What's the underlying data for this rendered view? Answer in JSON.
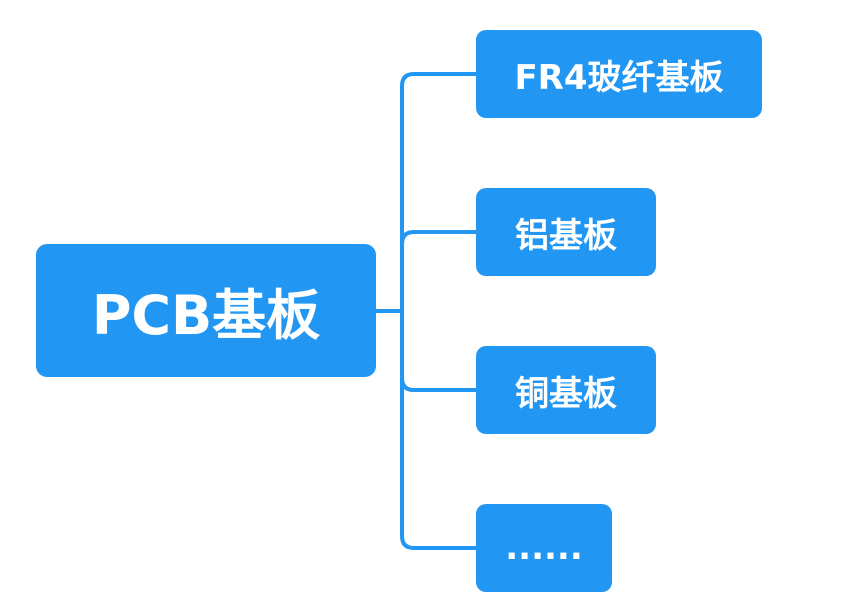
{
  "diagram": {
    "root": {
      "label": "PCB基板"
    },
    "children": [
      {
        "label": "FR4玻纤基板"
      },
      {
        "label": "铝基板"
      },
      {
        "label": "铜基板"
      },
      {
        "label": "......"
      }
    ],
    "colors": {
      "node_fill": "#2196f3",
      "connector": "#2196f3",
      "text": "#ffffff"
    }
  }
}
